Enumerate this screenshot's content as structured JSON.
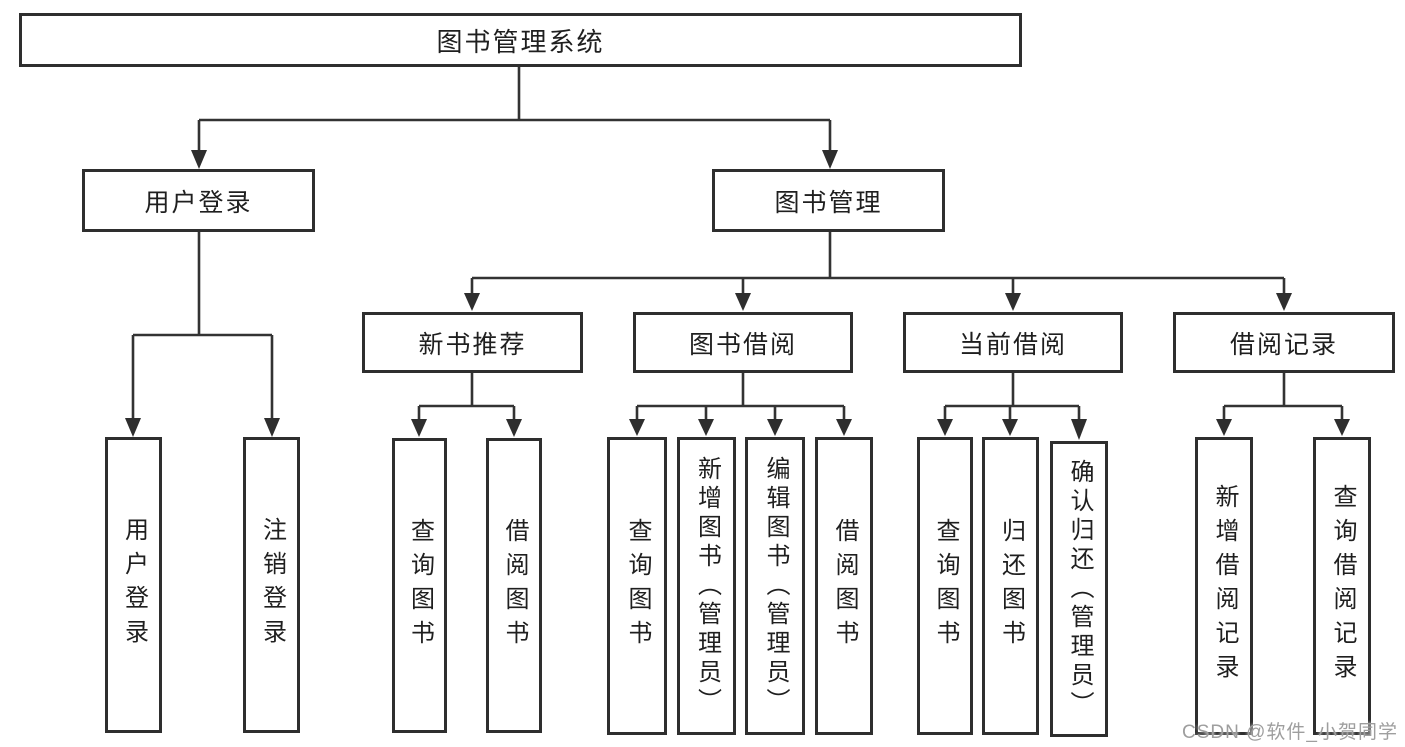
{
  "diagram_title": "图书管理系统",
  "nodes": {
    "root": "图书管理系统",
    "user_login": "用户登录",
    "book_mgmt": "图书管理",
    "ul_login": "用户登录",
    "ul_logout": "注销登录",
    "new_book_rec": "新书推荐",
    "book_borrow": "图书借阅",
    "current_borrow": "当前借阅",
    "borrow_record": "借阅记录",
    "nbr_query": "查询图书",
    "nbr_borrow": "借阅图书",
    "bb_query": "查询图书",
    "bb_add": "新增图书（管理员）",
    "bb_edit": "编辑图书（管理员）",
    "bb_borrow": "借阅图书",
    "cb_query": "查询图书",
    "cb_return": "归还图书",
    "cb_confirm": "确认归还（管理员）",
    "br_add": "新增借阅记录",
    "br_query": "查询借阅记录"
  },
  "hierarchy": [
    {
      "parent": "图书管理系统",
      "children": [
        "用户登录",
        "图书管理"
      ]
    },
    {
      "parent": "用户登录",
      "children": [
        "用户登录",
        "注销登录"
      ]
    },
    {
      "parent": "图书管理",
      "children": [
        "新书推荐",
        "图书借阅",
        "当前借阅",
        "借阅记录"
      ]
    },
    {
      "parent": "新书推荐",
      "children": [
        "查询图书",
        "借阅图书"
      ]
    },
    {
      "parent": "图书借阅",
      "children": [
        "查询图书",
        "新增图书（管理员）",
        "编辑图书（管理员）",
        "借阅图书"
      ]
    },
    {
      "parent": "当前借阅",
      "children": [
        "查询图书",
        "归还图书",
        "确认归还（管理员）"
      ]
    },
    {
      "parent": "借阅记录",
      "children": [
        "新增借阅记录",
        "查询借阅记录"
      ]
    }
  ],
  "watermark": "CSDN @软件_小贺同学",
  "colors": {
    "background": "#ffffff",
    "box_border": "#2e2e2e",
    "connector_line": "#333333",
    "text": "#1f1f1f",
    "watermark_text": "#9e9e9e"
  }
}
